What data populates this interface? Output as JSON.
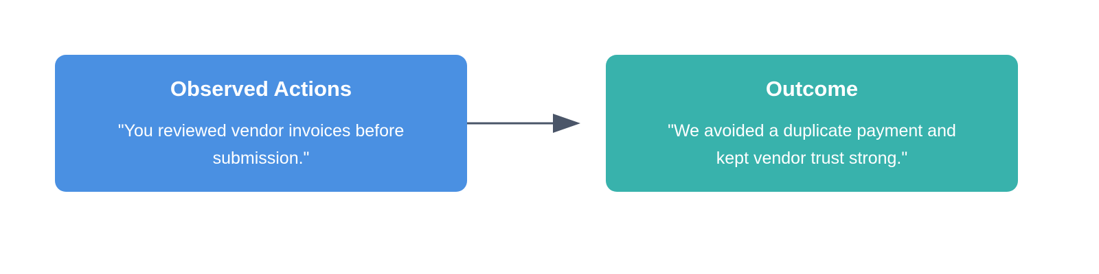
{
  "nodes": [
    {
      "title": "Observed Actions",
      "text": "\"You reviewed vendor invoices before submission.\"",
      "color": "#4a90e2"
    },
    {
      "title": "Outcome",
      "text": "\"We avoided a duplicate payment and kept vendor trust strong.\"",
      "color": "#38b2ac"
    }
  ],
  "edge": {
    "from": "Observed Actions",
    "to": "Outcome",
    "color": "#4a5568"
  }
}
